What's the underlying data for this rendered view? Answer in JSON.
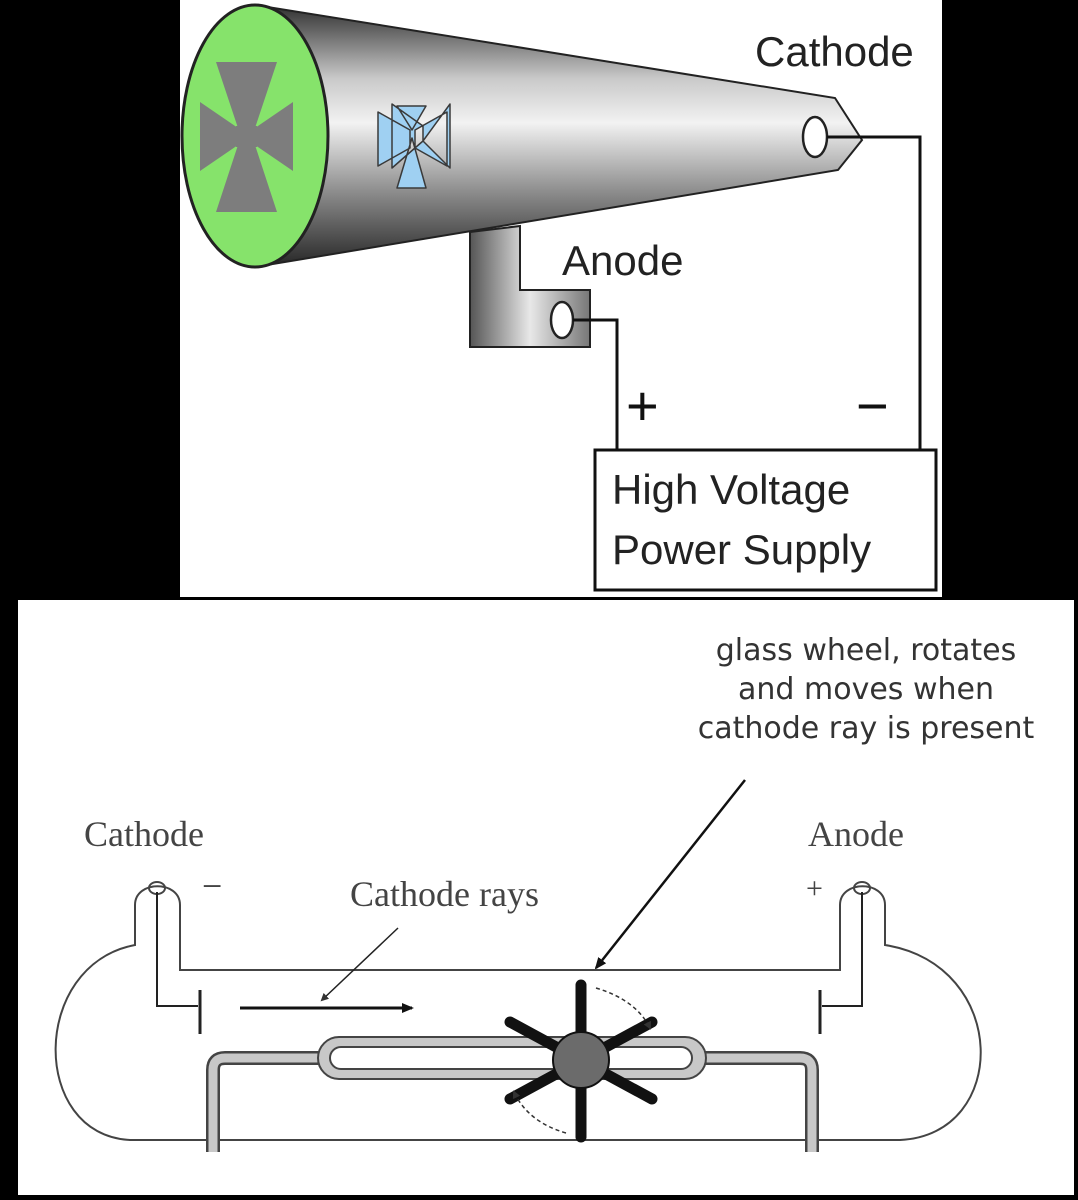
{
  "top_diagram": {
    "cathode_label": "Cathode",
    "anode_label": "Anode",
    "plus_sign": "+",
    "minus_sign": "−",
    "supply_line1": "High Voltage",
    "supply_line2": "Power Supply"
  },
  "bottom_diagram": {
    "annotation_line1": "glass wheel, rotates",
    "annotation_line2": "and moves when",
    "annotation_line3": "cathode ray is present",
    "cathode_label": "Cathode",
    "anode_label": "Anode",
    "rays_label": "Cathode rays",
    "minus_sign": "−",
    "plus_sign": "+"
  },
  "colors": {
    "screen": "#86e36b",
    "shadow_cross": "#7d7d7d",
    "blue_cross": "#9fd0f2",
    "tube_dark": "#3a3a3a",
    "tube_light": "#e6e6e6",
    "wheel_hub": "#6b6b6b"
  }
}
